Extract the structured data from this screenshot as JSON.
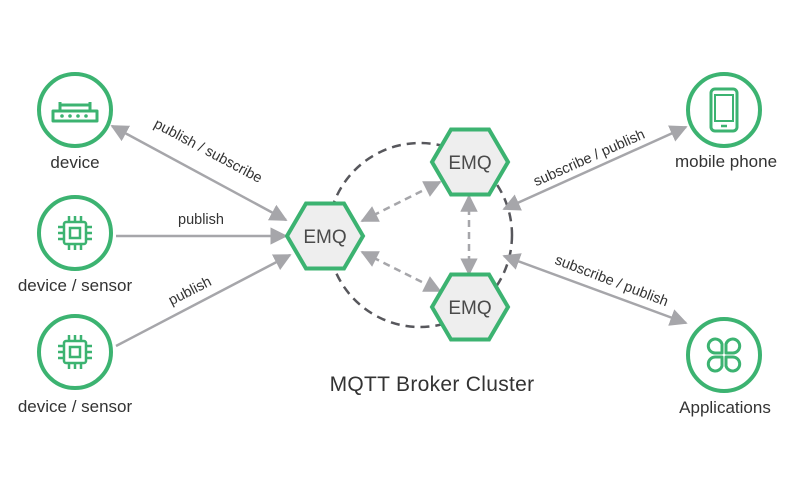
{
  "colors": {
    "accent_green": "#3cb371",
    "arrow_gray": "#a6a6aa",
    "cluster_dash": "#57575c",
    "text": "#333333"
  },
  "clients": [
    {
      "id": "device",
      "label": "device",
      "icon": "router-icon"
    },
    {
      "id": "sensor1",
      "label": "device / sensor",
      "icon": "chip-icon"
    },
    {
      "id": "sensor2",
      "label": "device / sensor",
      "icon": "chip-icon"
    },
    {
      "id": "phone",
      "label": "mobile phone",
      "icon": "mobile-phone-icon"
    },
    {
      "id": "apps",
      "label": "Applications",
      "icon": "clover-apps-icon"
    }
  ],
  "brokers": [
    {
      "id": "emq_left",
      "label": "EMQ"
    },
    {
      "id": "emq_top",
      "label": "EMQ"
    },
    {
      "id": "emq_bottom",
      "label": "EMQ"
    }
  ],
  "edges": [
    {
      "id": "device_left",
      "label": "publish / subscribe"
    },
    {
      "id": "sensor1_left",
      "label": "publish"
    },
    {
      "id": "sensor2_left",
      "label": "publish"
    },
    {
      "id": "phone_top",
      "label": "subscribe / publish"
    },
    {
      "id": "apps_top",
      "label": "subscribe / publish"
    }
  ],
  "cluster": {
    "label": "MQTT Broker Cluster"
  }
}
